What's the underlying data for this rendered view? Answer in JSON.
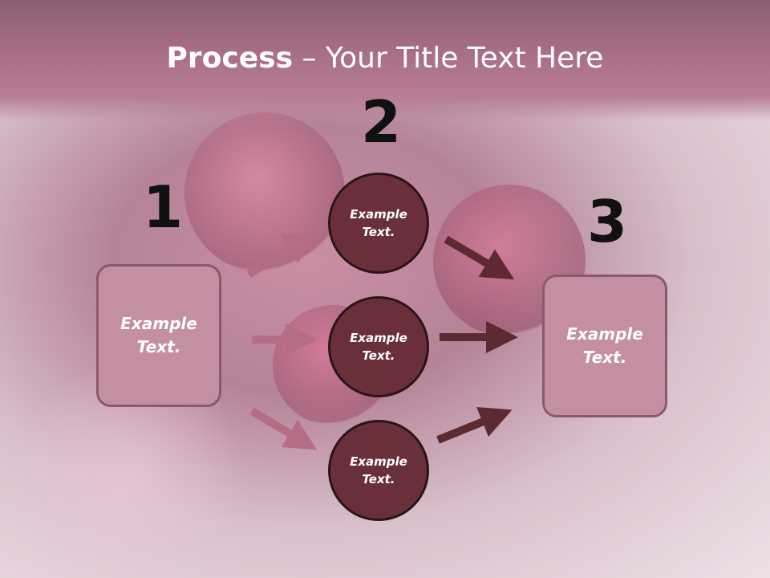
{
  "title": {
    "bold": "Process",
    "rest": " – Your Title Text Here"
  },
  "numbers": {
    "one": "1",
    "two": "2",
    "three": "3"
  },
  "left_box": {
    "text": "Example Text."
  },
  "right_box": {
    "text": "Example Text."
  },
  "circles": [
    {
      "text": "Example Text."
    },
    {
      "text": "Example Text."
    },
    {
      "text": "Example Text."
    }
  ],
  "colors": {
    "title_band": "#a86f86",
    "box_fill": "#c48ea3",
    "circle_fill": "#69303a",
    "pink_arrow": "#b56d86",
    "dark_arrow": "#5e2a32"
  }
}
